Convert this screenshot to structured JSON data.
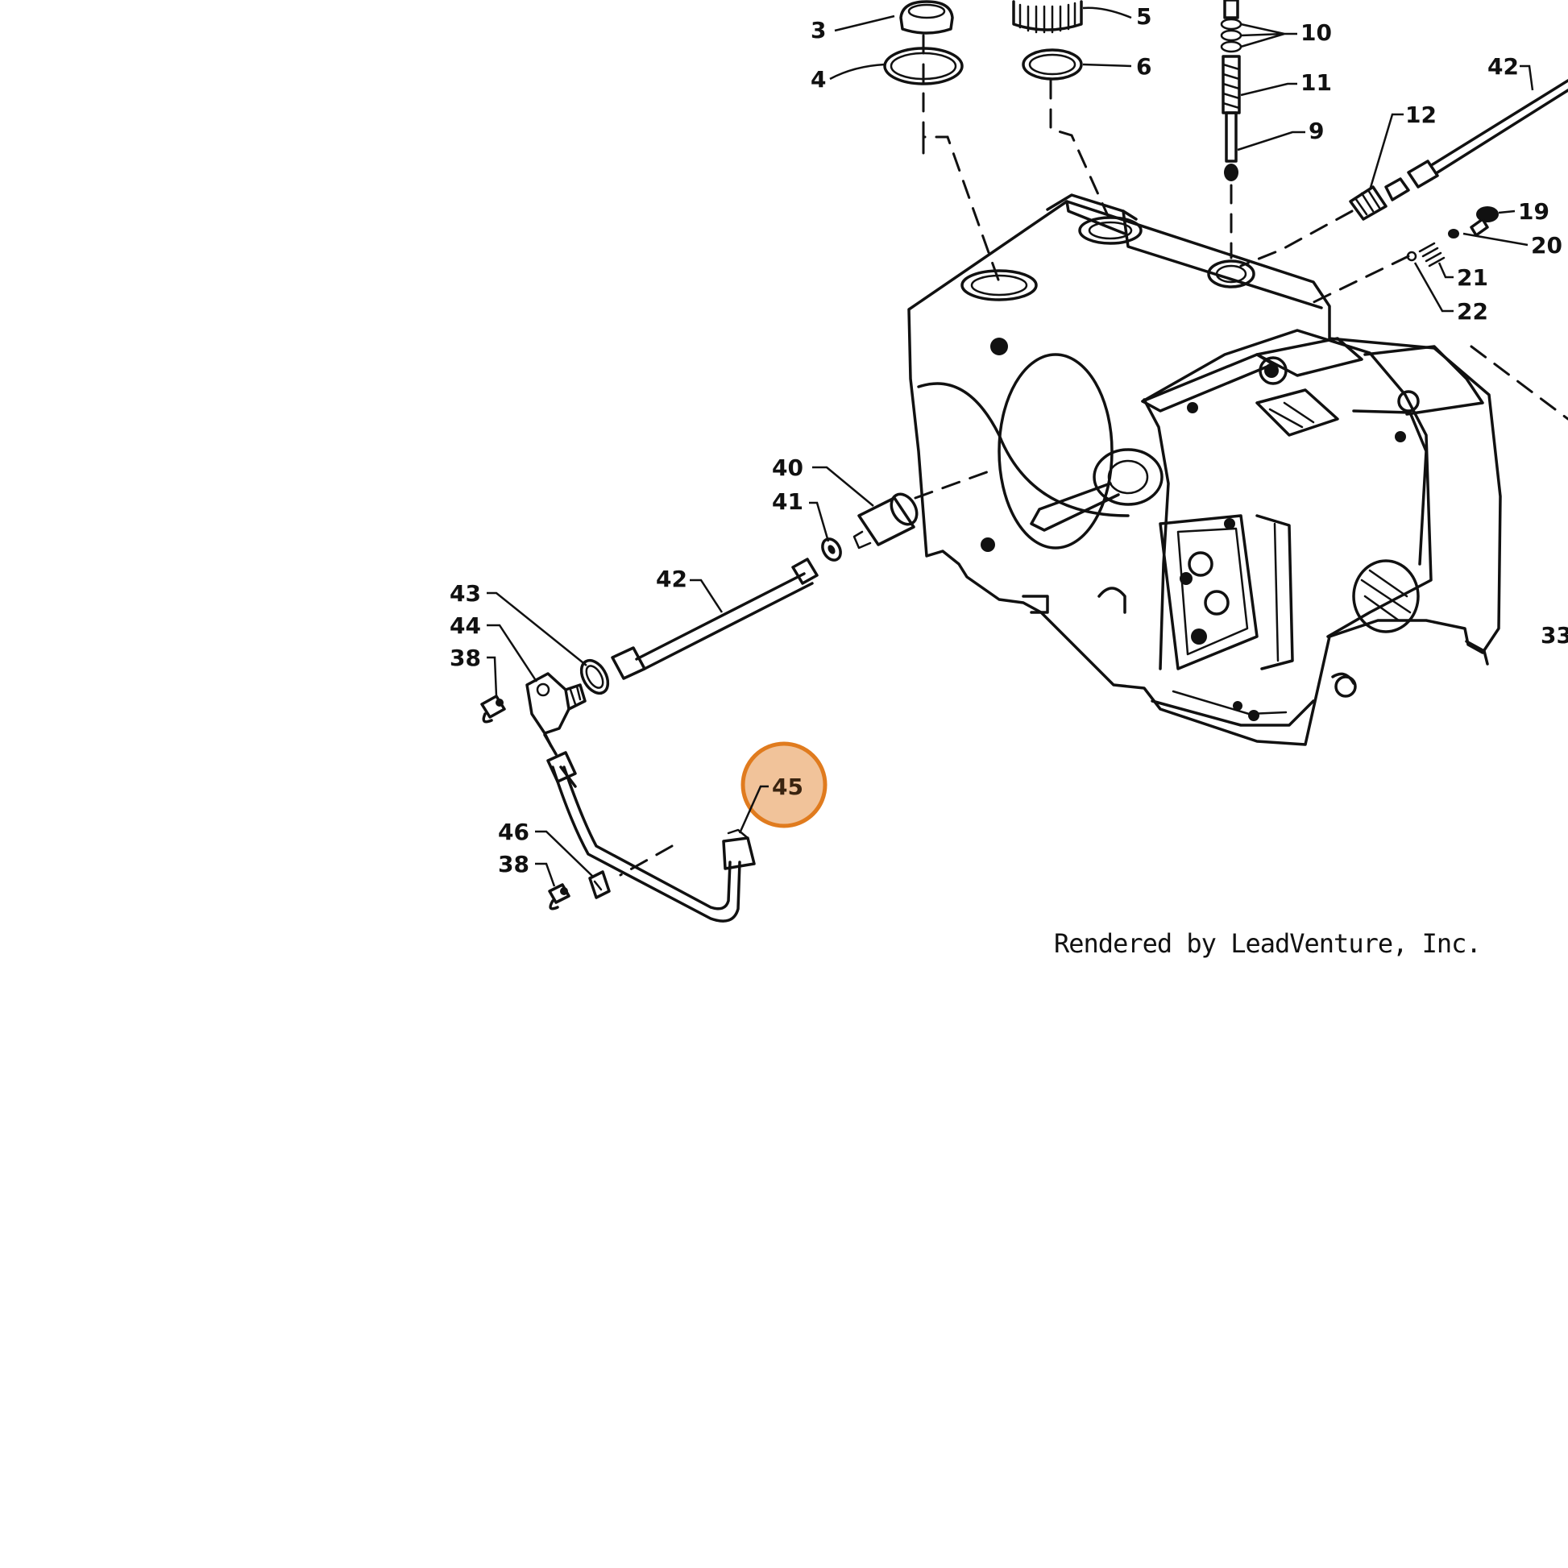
{
  "credit_text": "Rendered by LeadVenture, Inc.",
  "highlight": {
    "label": "45",
    "color": "#e07b1e"
  },
  "callouts": [
    {
      "id": "3",
      "label": "3"
    },
    {
      "id": "4",
      "label": "4"
    },
    {
      "id": "5",
      "label": "5"
    },
    {
      "id": "6",
      "label": "6"
    },
    {
      "id": "10",
      "label": "10"
    },
    {
      "id": "11",
      "label": "11"
    },
    {
      "id": "9",
      "label": "9"
    },
    {
      "id": "12",
      "label": "12"
    },
    {
      "id": "42a",
      "label": "42"
    },
    {
      "id": "19",
      "label": "19"
    },
    {
      "id": "20",
      "label": "20"
    },
    {
      "id": "21",
      "label": "21"
    },
    {
      "id": "22",
      "label": "22"
    },
    {
      "id": "40",
      "label": "40"
    },
    {
      "id": "41",
      "label": "41"
    },
    {
      "id": "42b",
      "label": "42"
    },
    {
      "id": "43",
      "label": "43"
    },
    {
      "id": "44",
      "label": "44"
    },
    {
      "id": "38a",
      "label": "38"
    },
    {
      "id": "46",
      "label": "46"
    },
    {
      "id": "38b",
      "label": "38"
    },
    {
      "id": "33",
      "label": "33"
    }
  ]
}
